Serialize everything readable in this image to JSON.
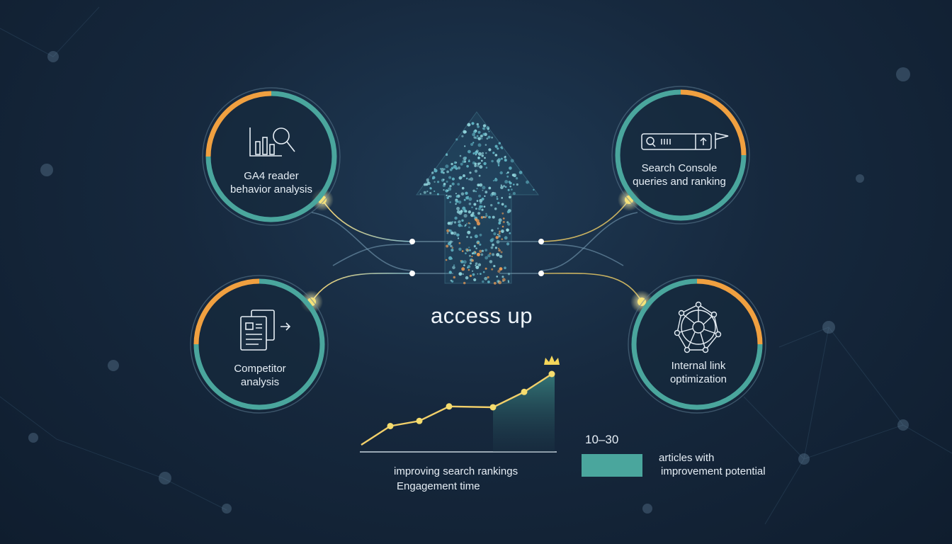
{
  "center": {
    "title": "access up"
  },
  "nodes": {
    "ga4": {
      "line1": "GA4 reader",
      "line2": "behavior analysis"
    },
    "search_console": {
      "line1": "Search Console",
      "line2": "queries and ranking"
    },
    "competitor": {
      "line1": "Competitor",
      "line2": "analysis"
    },
    "internal_link": {
      "line1": "Internal link",
      "line2": "optimization"
    }
  },
  "trend": {
    "label1": "improving search rankings",
    "label2": "Engagement time",
    "points": [
      0,
      0.22,
      0.28,
      0.45,
      0.44,
      0.62,
      0.83
    ]
  },
  "legend": {
    "range": "10–30",
    "articles_line1": "articles with",
    "articles_line2": "improvement potential"
  },
  "colors": {
    "orange": "#f0a040",
    "teal": "#4aa69d",
    "yellow": "#f5dc6e",
    "text": "#e6eef5"
  },
  "icons": [
    "bar-chart-magnifier-icon",
    "search-bar-flag-icon",
    "documents-arrow-icon",
    "network-graph-icon",
    "crown-icon"
  ]
}
